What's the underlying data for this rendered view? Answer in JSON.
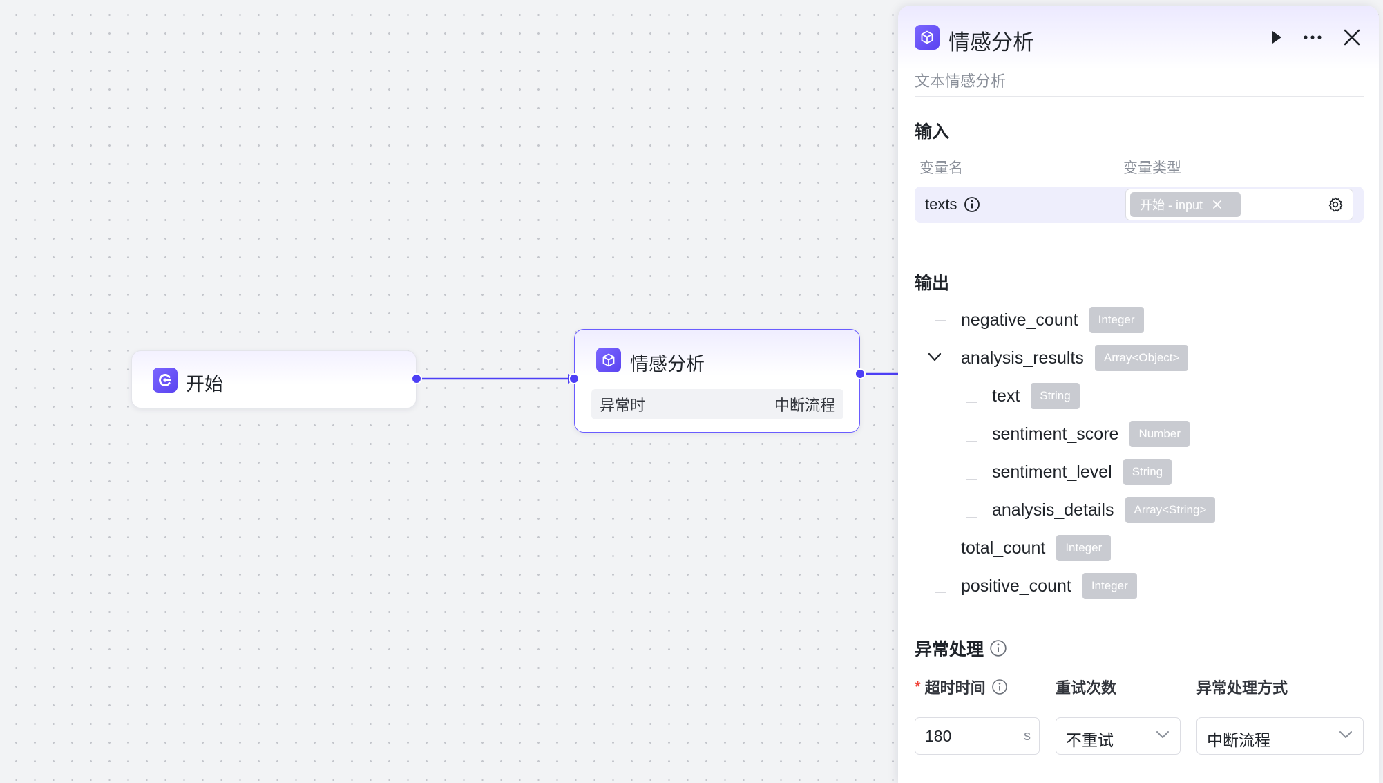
{
  "canvas": {
    "start_node": {
      "title": "开始",
      "icon": "start-icon"
    },
    "analysis_node": {
      "title": "情感分析",
      "icon": "cube-icon",
      "exception_label": "异常时",
      "exception_value": "中断流程"
    }
  },
  "panel": {
    "title": "情感分析",
    "icon": "cube-icon",
    "description": "文本情感分析",
    "actions": {
      "run": "play-icon",
      "more": "more-icon",
      "close": "close-icon"
    },
    "input": {
      "section_title": "输入",
      "col_name": "变量名",
      "col_type": "变量类型",
      "rows": [
        {
          "name": "texts",
          "ref": "开始 - input"
        }
      ]
    },
    "output": {
      "section_title": "输出",
      "items": [
        {
          "name": "negative_count",
          "type": "Integer"
        },
        {
          "name": "analysis_results",
          "type": "Array<Object>",
          "children": [
            {
              "name": "text",
              "type": "String"
            },
            {
              "name": "sentiment_score",
              "type": "Number"
            },
            {
              "name": "sentiment_level",
              "type": "String"
            },
            {
              "name": "analysis_details",
              "type": "Array<String>"
            }
          ]
        },
        {
          "name": "total_count",
          "type": "Integer"
        },
        {
          "name": "positive_count",
          "type": "Integer"
        }
      ]
    },
    "exception": {
      "section_title": "异常处理",
      "timeout_label": "超时时间",
      "required_mark": "*",
      "retry_label": "重试次数",
      "method_label": "异常处理方式",
      "timeout_value": "180",
      "timeout_unit": "s",
      "retry_value": "不重试",
      "method_value": "中断流程"
    }
  },
  "colors": {
    "accent": "#5a43f0",
    "edge": "#4d3ff5",
    "badge": "#c9cbd1"
  }
}
